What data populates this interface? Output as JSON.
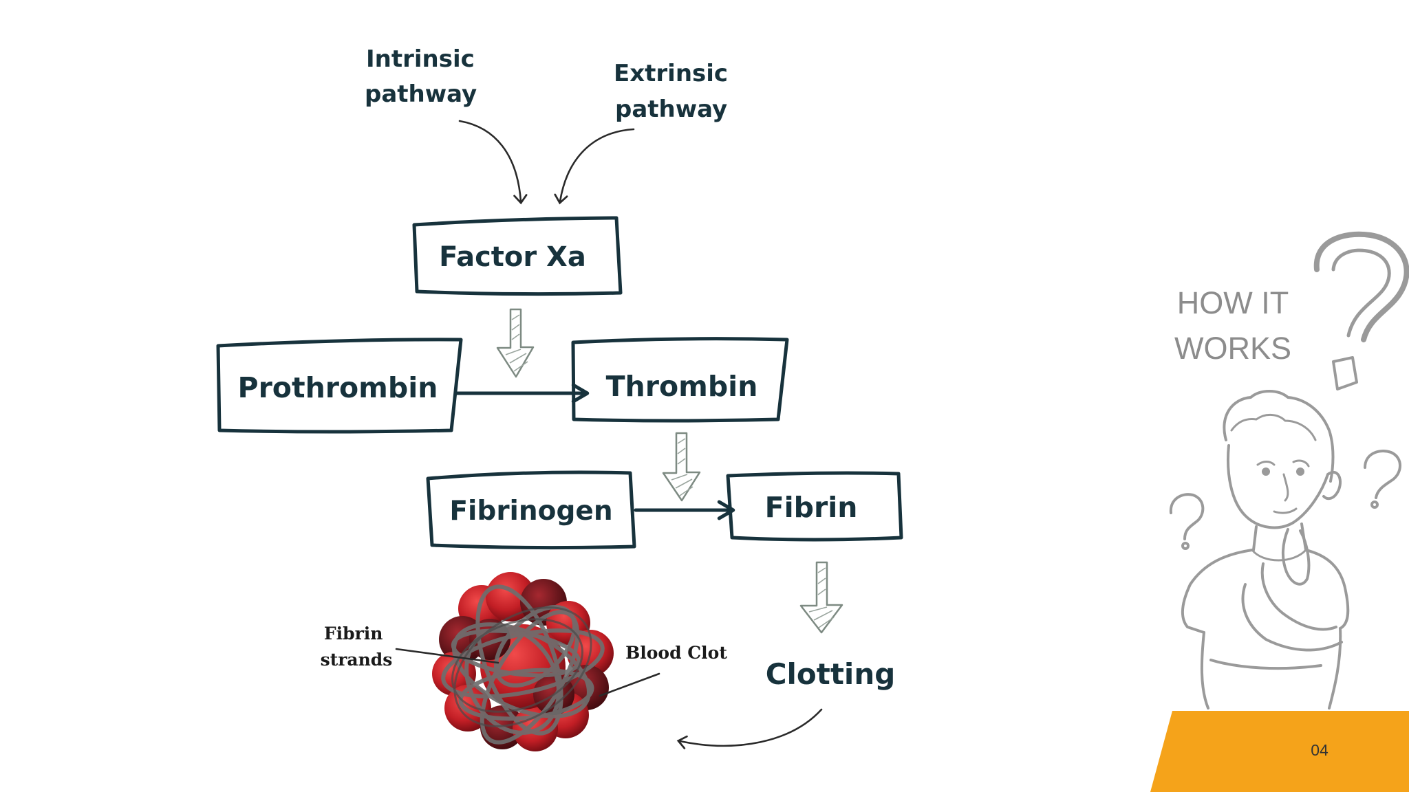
{
  "diagram": {
    "inputs": {
      "intrinsic": [
        "Intrinsic",
        "pathway"
      ],
      "extrinsic": [
        "Extrinsic",
        "pathway"
      ]
    },
    "nodes": {
      "factor_xa": "Factor Xa",
      "prothrombin": "Prothrombin",
      "thrombin": "Thrombin",
      "fibrinogen": "Fibrinogen",
      "fibrin": "Fibrin",
      "clotting": "Clotting"
    },
    "clot_labels": {
      "fibrin_strands": [
        "Fibrin",
        "strands"
      ],
      "blood_clot": "Blood Clot"
    },
    "edges": [
      [
        "Intrinsic pathway",
        "Factor Xa"
      ],
      [
        "Extrinsic pathway",
        "Factor Xa"
      ],
      [
        "Factor Xa",
        "Thrombin"
      ],
      [
        "Prothrombin",
        "Thrombin"
      ],
      [
        "Thrombin",
        "Fibrin"
      ],
      [
        "Fibrinogen",
        "Fibrin"
      ],
      [
        "Fibrin",
        "Clotting"
      ],
      [
        "Clotting",
        "Blood Clot"
      ]
    ]
  },
  "side_panel": {
    "title_lines": [
      "HOW IT",
      "WORKS"
    ],
    "illustration": "thinking-person-with-question-marks"
  },
  "footer": {
    "page_number": "04",
    "accent_color": "#F5A31A"
  }
}
